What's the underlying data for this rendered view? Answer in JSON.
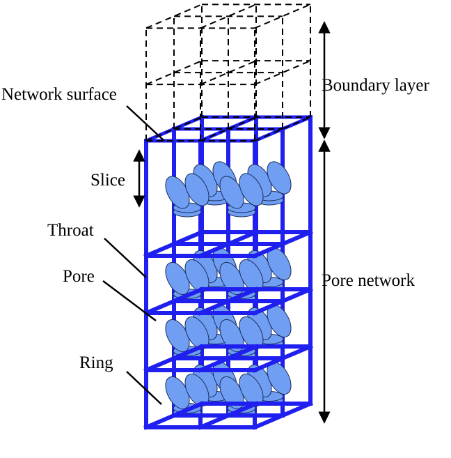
{
  "labels": {
    "network_surface": "Network surface",
    "boundary_layer": "Boundary layer",
    "slice": "Slice",
    "throat": "Throat",
    "pore": "Pore",
    "pore_network": "Pore network",
    "ring": "Ring"
  },
  "colors": {
    "frame": "#1f1fef",
    "pore_fill": "#6f9ef2",
    "pore_stroke": "#1a2c5c",
    "dashed_grid": "#000000",
    "text": "#000000"
  },
  "structure": {
    "network_layers": 4,
    "boundary_layers": 2,
    "cells_per_side": 2
  }
}
